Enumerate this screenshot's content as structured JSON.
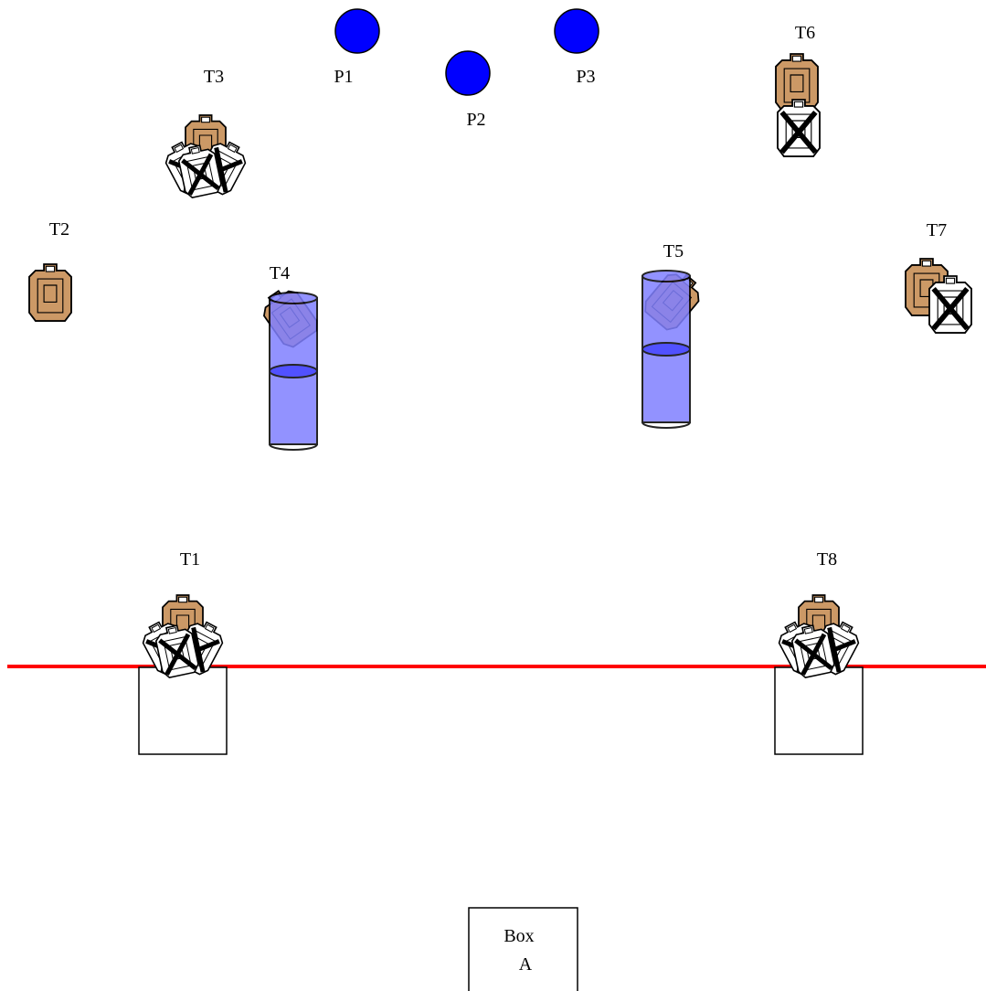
{
  "plates": [
    {
      "id": "p1",
      "label": "P1",
      "color": "#0000ff"
    },
    {
      "id": "p2",
      "label": "P2",
      "color": "#0000ff"
    },
    {
      "id": "p3",
      "label": "P3",
      "color": "#0000ff"
    }
  ],
  "targets": [
    {
      "id": "t1",
      "label": "T1",
      "kind": "paper-target-cluster"
    },
    {
      "id": "t2",
      "label": "T2",
      "kind": "paper-target"
    },
    {
      "id": "t3",
      "label": "T3",
      "kind": "paper-target-cluster"
    },
    {
      "id": "t4",
      "label": "T4",
      "kind": "paper-target-behind-barrel"
    },
    {
      "id": "t5",
      "label": "T5",
      "kind": "paper-target-behind-barrel"
    },
    {
      "id": "t6",
      "label": "T6",
      "kind": "paper-target-with-no-shoot"
    },
    {
      "id": "t7",
      "label": "T7",
      "kind": "paper-target-with-no-shoot"
    },
    {
      "id": "t8",
      "label": "T8",
      "kind": "paper-target-cluster"
    }
  ],
  "box": {
    "line1": "Box",
    "line2": "A"
  },
  "colors": {
    "fault_line": "#ff0000",
    "target_fill": "#cc9966",
    "barrel_fill": "#8080ff",
    "plate_fill": "#0000ff"
  }
}
